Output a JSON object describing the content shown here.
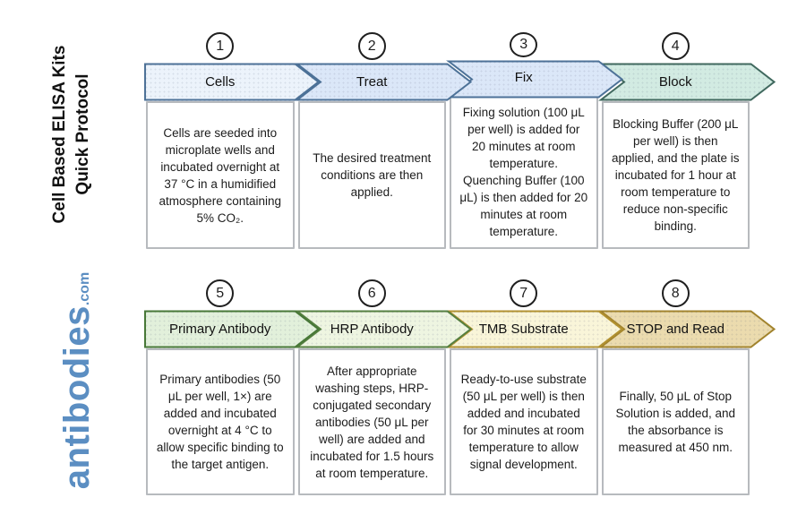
{
  "sidebar": {
    "title_line1": "Cell Based ELISA Kits",
    "title_line2": "Quick Protocol",
    "logo_word": "antibodies",
    "logo_suffix": ".com",
    "logo_color": "#5b8ec2"
  },
  "steps": [
    {
      "number": "1",
      "label": "Cells",
      "description": "Cells are seeded into microplate wells and incubated overnight at 37 °C in a humidified atmosphere containing 5% CO₂.",
      "fill": "#ecf3fb",
      "stroke": "#4d7298"
    },
    {
      "number": "2",
      "label": "Treat",
      "description": "The desired treatment conditions are then applied.",
      "fill": "#dbe7f8",
      "stroke": "#4d7298"
    },
    {
      "number": "3",
      "label": "Fix",
      "description": "Fixing solution (100 μL per well) is added for 20 minutes at room temperature. Quenching Buffer (100 μL) is then added for 20 minutes at room temperature.",
      "fill": "#dbe7f8",
      "stroke": "#4d7298"
    },
    {
      "number": "4",
      "label": "Block",
      "description": "Blocking Buffer (200 μL per well) is then applied, and the plate is incubated for 1 hour at room temperature to reduce non-specific binding.",
      "fill": "#d2ebe2",
      "stroke": "#40695e"
    },
    {
      "number": "5",
      "label": "Primary Antibody",
      "description": "Primary antibodies (50 μL per well, 1×) are added and incubated overnight at 4 °C to allow specific binding to the target antigen.",
      "fill": "#e2f0db",
      "stroke": "#477836"
    },
    {
      "number": "6",
      "label": "HRP Antibody",
      "description": "After appropriate washing steps, HRP-conjugated secondary antibodies (50 μL per well) are added and incubated for 1.5 hours at room temperature.",
      "fill": "#eef5e1",
      "stroke": "#55803f"
    },
    {
      "number": "7",
      "label": "TMB Substrate",
      "description": "Ready-to-use substrate (50 μL per well) is then added and incubated for 30 minutes at room temperature to allow signal development.",
      "fill": "#f9f5d9",
      "stroke": "#b3922f"
    },
    {
      "number": "8",
      "label": "STOP and Read",
      "description": "Finally, 50 μL of Stop Solution is added, and the absorbance is measured at 450 nm.",
      "fill": "#ebdbae",
      "stroke": "#a3842c"
    }
  ]
}
